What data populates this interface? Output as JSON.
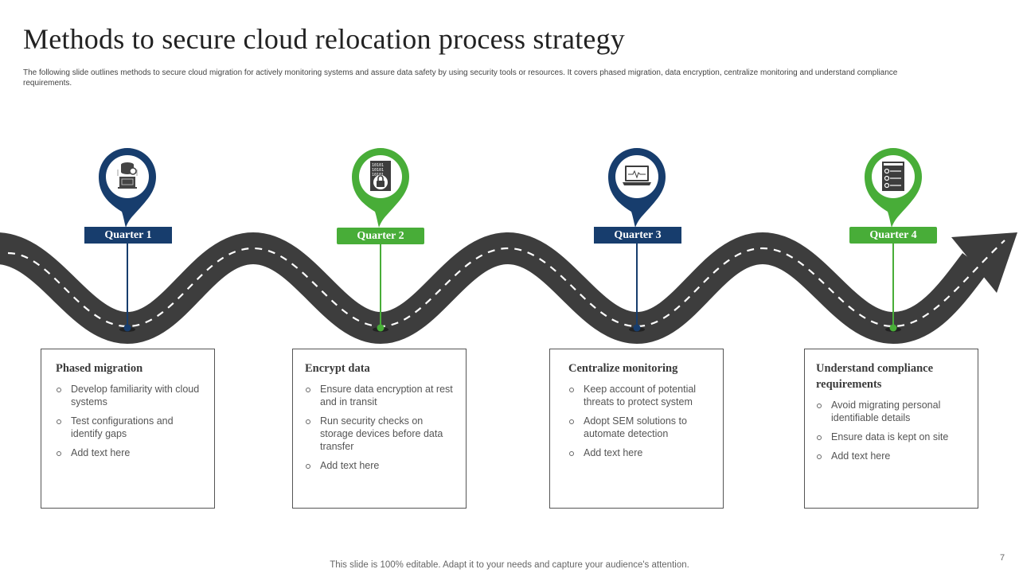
{
  "slide": {
    "title": "Methods to secure cloud relocation process strategy",
    "subtitle": "The following slide outlines methods to secure cloud migration  for actively monitoring systems and assure data safety by using security tools or resources. It covers phased migration, data encryption, centralize monitoring and understand compliance requirements.",
    "footer": "This slide is 100% editable. Adapt it to your needs and capture your audience's attention.",
    "page_number": "7"
  },
  "colors": {
    "blue": "#173d6d",
    "green": "#48ad38",
    "road": "#3d3d3d",
    "lane_marking": "#ffffff"
  },
  "milestones": [
    {
      "quarter": "Quarter 1",
      "color": "blue",
      "icon": "database-erp-icon",
      "heading": "Phased migration",
      "bullets": [
        "Develop familiarity with cloud systems",
        "Test configurations  and identify gaps",
        "Add text here"
      ]
    },
    {
      "quarter": "Quarter 2",
      "color": "green",
      "icon": "binary-lock-icon",
      "heading": "Encrypt  data",
      "bullets": [
        "Ensure data encryption at rest and in transit",
        "Run security checks on storage devices before data transfer",
        "Add text here"
      ]
    },
    {
      "quarter": "Quarter 3",
      "color": "blue",
      "icon": "laptop-heartbeat-icon",
      "heading": "Centralize  monitoring",
      "bullets": [
        "Keep account of potential threats to protect system",
        "Adopt SEM solutions to automate detection",
        "Add text here"
      ]
    },
    {
      "quarter": "Quarter 4",
      "color": "green",
      "icon": "checklist-icon",
      "heading": "Understand compliance  requirements",
      "bullets": [
        "Avoid migrating personal identifiable details",
        "Ensure data is kept on site",
        "Add text here"
      ]
    }
  ]
}
